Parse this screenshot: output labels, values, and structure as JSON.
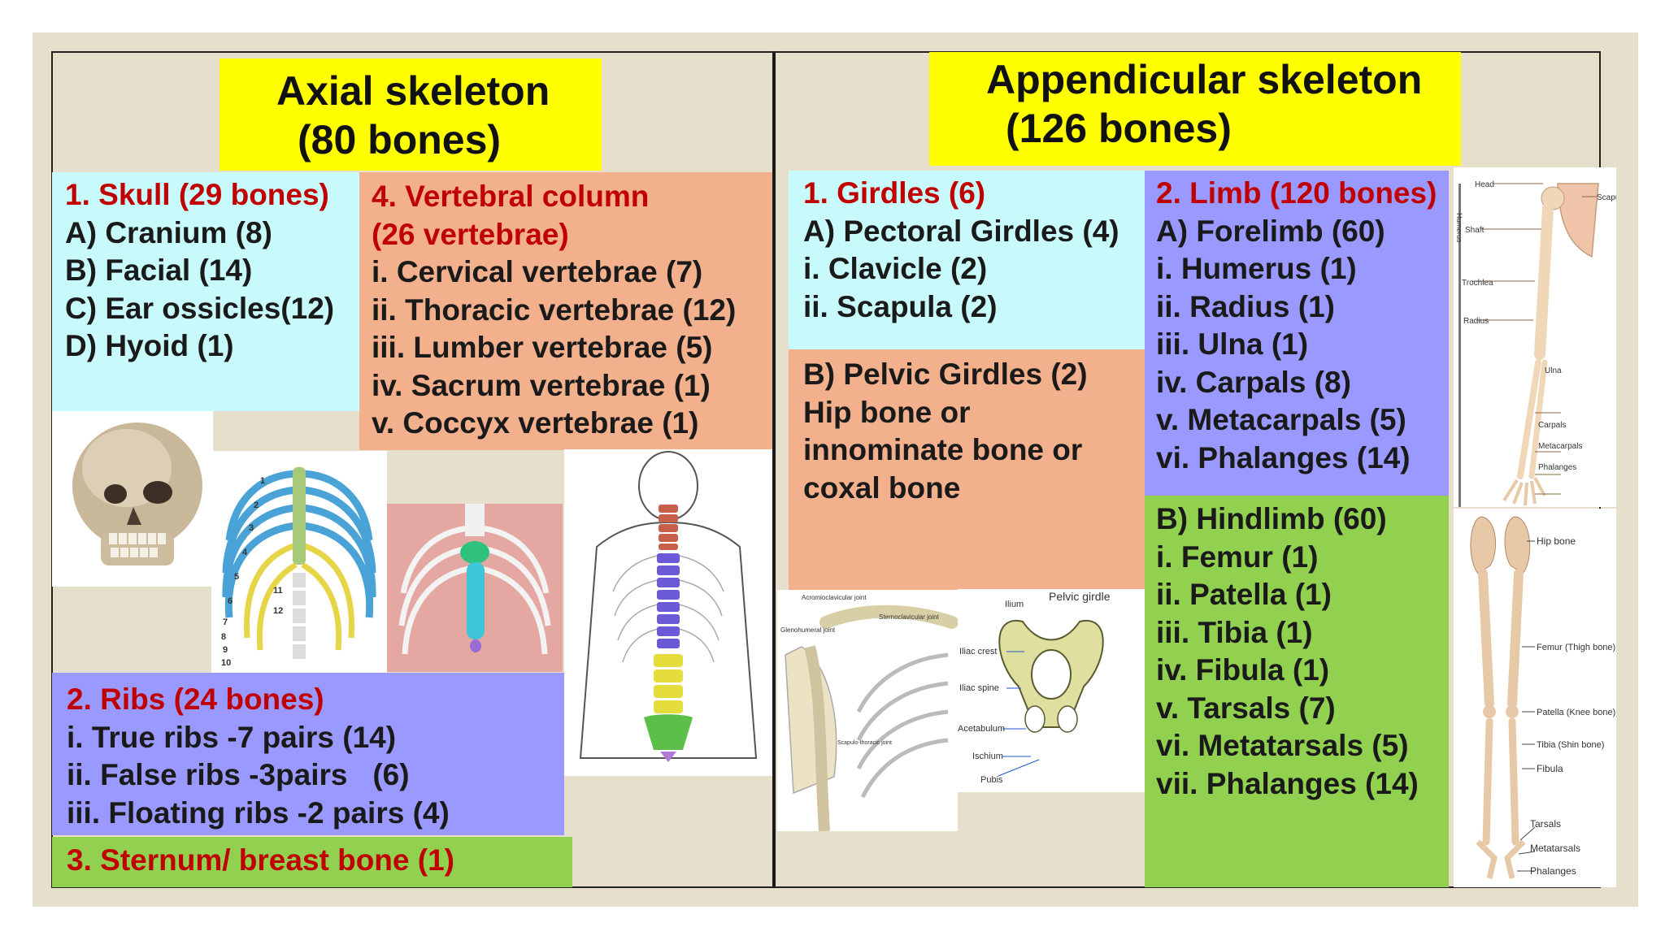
{
  "axial": {
    "title_line1": "Axial skeleton",
    "title_line2": "(80 bones)",
    "skull": {
      "heading": "1. Skull (29 bones)",
      "items": [
        "A) Cranium (8)",
        "B) Facial (14)",
        "C) Ear ossicles(12)",
        "D) Hyoid (1)"
      ]
    },
    "vertebral": {
      "heading1": "4. Vertebral column",
      "heading2": "(26 vertebrae)",
      "items": [
        "i. Cervical vertebrae (7)",
        "ii. Thoracic vertebrae (12)",
        "iii. Lumber vertebrae (5)",
        "iv. Sacrum vertebrae (1)",
        "v. Coccyx vertebrae (1)"
      ]
    },
    "ribs": {
      "heading": "2. Ribs (24 bones)",
      "items": [
        "i. True ribs -7 pairs (14)",
        "ii. False ribs -3pairs   (6)",
        "iii. Floating ribs -2 pairs (4)"
      ]
    },
    "sternum": {
      "heading": "3. Sternum/ breast bone (1)"
    },
    "ribcage_numbers": [
      "1",
      "2",
      "3",
      "4",
      "5",
      "6",
      "7",
      "8",
      "9",
      "10",
      "11",
      "12"
    ]
  },
  "appendicular": {
    "title_line1": "Appendicular skeleton",
    "title_line2": "(126 bones)",
    "girdles": {
      "heading": "1. Girdles (6)",
      "items": [
        "A) Pectoral Girdles (4)",
        "i. Clavicle (2)",
        "ii. Scapula (2)"
      ]
    },
    "pelvic": {
      "items": [
        "B) Pelvic Girdles (2)",
        "Hip bone or",
        "innominate bone or",
        "coxal bone"
      ]
    },
    "limb": {
      "heading": "2. Limb (120 bones)",
      "items": [
        "A) Forelimb (60)",
        "i. Humerus (1)",
        "ii. Radius (1)",
        "iii. Ulna (1)",
        "iv. Carpals (8)",
        "v. Metacarpals (5)",
        "vi. Phalanges (14)"
      ]
    },
    "hindlimb": {
      "items": [
        "B) Hindlimb (60)",
        "i. Femur (1)",
        "ii. Patella (1)",
        "iii. Tibia (1)",
        "iv. Fibula (1)",
        "v. Tarsals (7)",
        "vi. Metatarsals (5)",
        "vii. Phalanges (14)"
      ]
    }
  },
  "shoulder_labels": {
    "acromioclavicular": "Acromioclavicular joint",
    "sternoclavicular": "Sternoclavicular joint",
    "glenohumeral": "Glenohumeral joint",
    "scapulothoracic": "Scapulo-thoracic joint"
  },
  "pelvis_labels": {
    "title": "Pelvic girdle",
    "ilium": "Ilium",
    "iliac_crest": "Iliac crest",
    "iliac_spine": "Iliac spine",
    "acetabulum": "Acetabulum",
    "ischium": "Ischium",
    "pubis": "Pubis"
  },
  "arm_labels": {
    "head": "Head",
    "scapula": "Scapula",
    "shaft": "Shaft",
    "humerus": "Humerus",
    "trochlea": "Trochlea",
    "radius": "Radius",
    "ulna": "Ulna",
    "carpals": "Carpals",
    "metacarpals": "Metacarpals",
    "phalanges": "Phalanges"
  },
  "leg_labels": {
    "hip": "Hip bone",
    "femur": "Femur (Thigh bone)",
    "patella": "Patella (Knee bone)",
    "tibia": "Tibia (Shin bone)",
    "fibula": "Fibula",
    "tarsals": "Tarsals",
    "metatarsals": "Metatarsals",
    "phalanges": "Phalanges"
  }
}
